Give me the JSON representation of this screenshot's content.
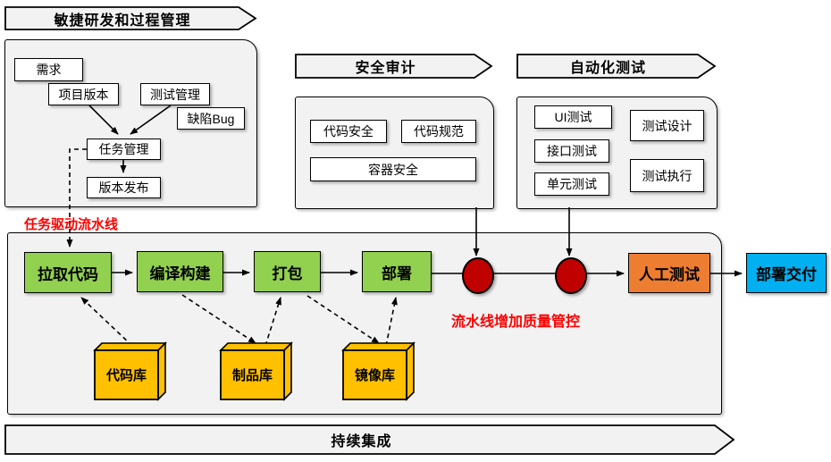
{
  "banners": {
    "agile": "敏捷研发和过程管理",
    "security": "安全审计",
    "autotest": "自动化测试",
    "ci": "持续集成"
  },
  "agile_panel": {
    "requirements": "需求",
    "project_version": "项目版本",
    "test_mgmt": "测试管理",
    "defect_bug": "缺陷Bug",
    "task_mgmt": "任务管理",
    "release": "版本发布"
  },
  "security_panel": {
    "code_security": "代码安全",
    "code_standard": "代码规范",
    "container_security": "容器安全"
  },
  "autotest_panel": {
    "ui_test": "UI测试",
    "api_test": "接口测试",
    "unit_test": "单元测试",
    "test_design": "测试设计",
    "test_exec": "测试执行"
  },
  "pipeline": {
    "pull_code": "拉取代码",
    "compile_build": "编译构建",
    "package": "打包",
    "deploy": "部署",
    "manual_test": "人工测试",
    "deploy_delivery": "部署交付"
  },
  "repos": {
    "code_repo": "代码库",
    "artifact_repo": "制品库",
    "image_repo": "镜像库"
  },
  "annotations": {
    "task_driven": "任务驱动流水线",
    "quality_control": "流水线增加质量管控"
  },
  "colors": {
    "stage_green": "#92D050",
    "manual_test_orange": "#ED7D31",
    "delivery_blue": "#00B0F0",
    "repo_yellow": "#FFC000",
    "quality_gate_red": "#C00000",
    "annotation_red": "#FF0000",
    "panel_gray": "#F2F2F2"
  }
}
